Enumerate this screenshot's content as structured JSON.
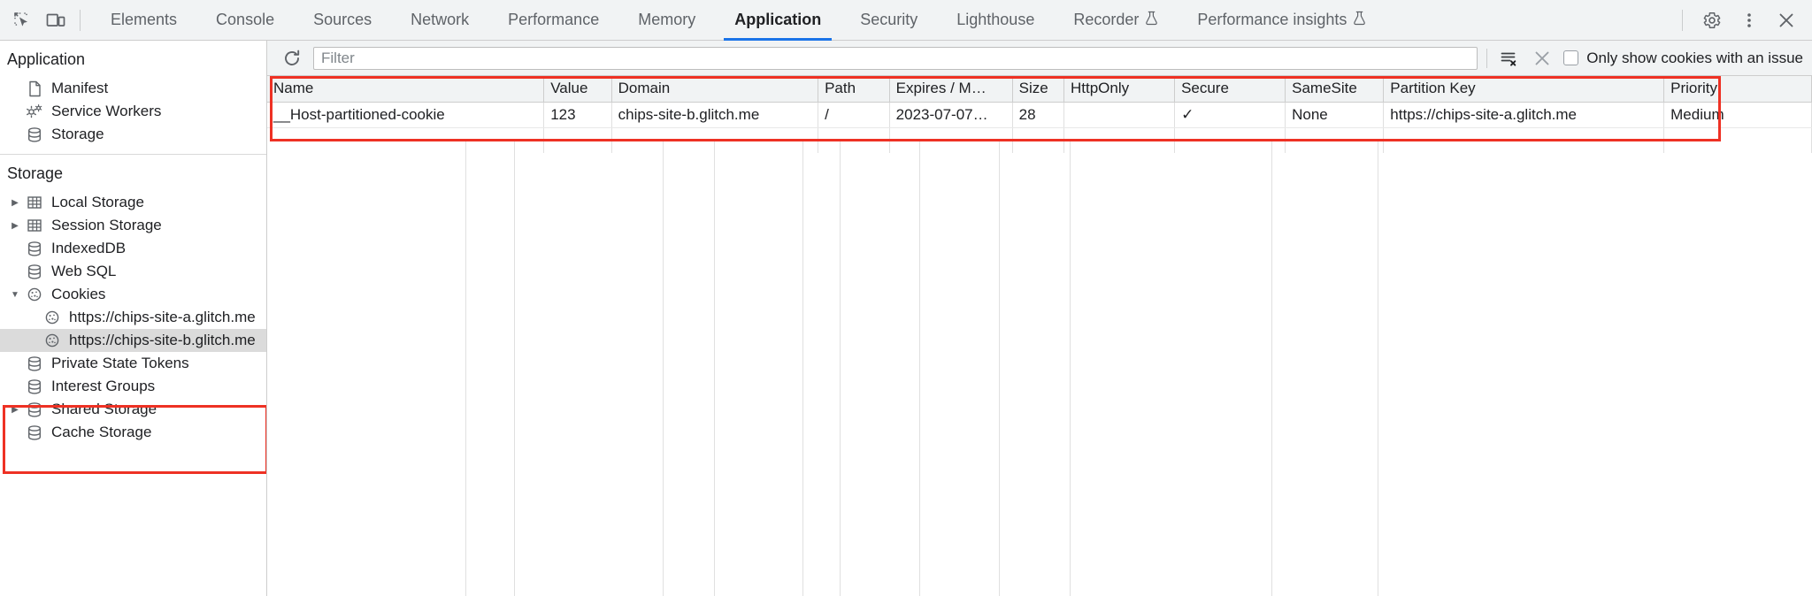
{
  "toolbar": {
    "inspect_icon": "inspect-cursor-icon",
    "device_toolbar_icon": "device-toolbar-icon",
    "tabs": [
      {
        "label": "Elements",
        "active": false,
        "experimental": false
      },
      {
        "label": "Console",
        "active": false,
        "experimental": false
      },
      {
        "label": "Sources",
        "active": false,
        "experimental": false
      },
      {
        "label": "Network",
        "active": false,
        "experimental": false
      },
      {
        "label": "Performance",
        "active": false,
        "experimental": false
      },
      {
        "label": "Memory",
        "active": false,
        "experimental": false
      },
      {
        "label": "Application",
        "active": true,
        "experimental": false
      },
      {
        "label": "Security",
        "active": false,
        "experimental": false
      },
      {
        "label": "Lighthouse",
        "active": false,
        "experimental": false
      },
      {
        "label": "Recorder",
        "active": false,
        "experimental": true
      },
      {
        "label": "Performance insights",
        "active": false,
        "experimental": true
      }
    ],
    "settings_icon": "gear-icon",
    "more_icon": "more-vertical-icon",
    "close_icon": "close-icon",
    "active_tab_underline_color": "#1a73e8"
  },
  "sidebar": {
    "application_section": {
      "title": "Application",
      "items": [
        {
          "label": "Manifest",
          "icon": "manifest-file-icon",
          "twisty": "none",
          "selected": false
        },
        {
          "label": "Service Workers",
          "icon": "service-workers-gear-icon",
          "twisty": "none",
          "selected": false
        },
        {
          "label": "Storage",
          "icon": "database-icon",
          "twisty": "none",
          "selected": false
        }
      ]
    },
    "storage_section": {
      "title": "Storage",
      "items": [
        {
          "label": "Local Storage",
          "icon": "table-grid-icon",
          "twisty": "collapsed",
          "selected": false,
          "depth": 0
        },
        {
          "label": "Session Storage",
          "icon": "table-grid-icon",
          "twisty": "collapsed",
          "selected": false,
          "depth": 0
        },
        {
          "label": "IndexedDB",
          "icon": "database-icon",
          "twisty": "none",
          "selected": false,
          "depth": 0
        },
        {
          "label": "Web SQL",
          "icon": "database-icon",
          "twisty": "none",
          "selected": false,
          "depth": 0
        },
        {
          "label": "Cookies",
          "icon": "cookie-icon",
          "twisty": "expanded",
          "selected": false,
          "depth": 0
        },
        {
          "label": "https://chips-site-a.glitch.me",
          "icon": "cookie-icon",
          "twisty": "none",
          "selected": false,
          "depth": 1
        },
        {
          "label": "https://chips-site-b.glitch.me",
          "icon": "cookie-icon",
          "twisty": "none",
          "selected": true,
          "depth": 1
        },
        {
          "label": "Private State Tokens",
          "icon": "database-icon",
          "twisty": "none",
          "selected": false,
          "depth": 0
        },
        {
          "label": "Interest Groups",
          "icon": "database-icon",
          "twisty": "none",
          "selected": false,
          "depth": 0
        },
        {
          "label": "Shared Storage",
          "icon": "database-icon",
          "twisty": "collapsed",
          "selected": false,
          "depth": 0
        },
        {
          "label": "Cache Storage",
          "icon": "database-icon",
          "twisty": "none",
          "selected": false,
          "depth": 0
        }
      ]
    }
  },
  "filter_bar": {
    "refresh_icon": "refresh-icon",
    "placeholder": "Filter",
    "value": "",
    "clear_filtered_icon": "clear-list-icon",
    "clear_all_icon": "close-x-icon",
    "issue_checkbox_label": "Only show cookies with an issue",
    "issue_checkbox_checked": false
  },
  "cookie_table": {
    "columns": [
      "Name",
      "Value",
      "Domain",
      "Path",
      "Expires / M…",
      "Size",
      "HttpOnly",
      "Secure",
      "SameSite",
      "Partition Key",
      "Priority"
    ],
    "rows": [
      {
        "Name": "__Host-partitioned-cookie",
        "Value": "123",
        "Domain": "chips-site-b.glitch.me",
        "Path": "/",
        "Expires / M…": "2023-07-07…",
        "Size": "28",
        "HttpOnly": "",
        "Secure": "✓",
        "SameSite": "None",
        "Partition Key": "https://chips-site-a.glitch.me",
        "Priority": "Medium"
      }
    ]
  },
  "annotations": {
    "highlight_color": "#ee3124",
    "table_highlight": "cookie-table-region",
    "sidebar_highlight": "cookies-tree-region"
  }
}
